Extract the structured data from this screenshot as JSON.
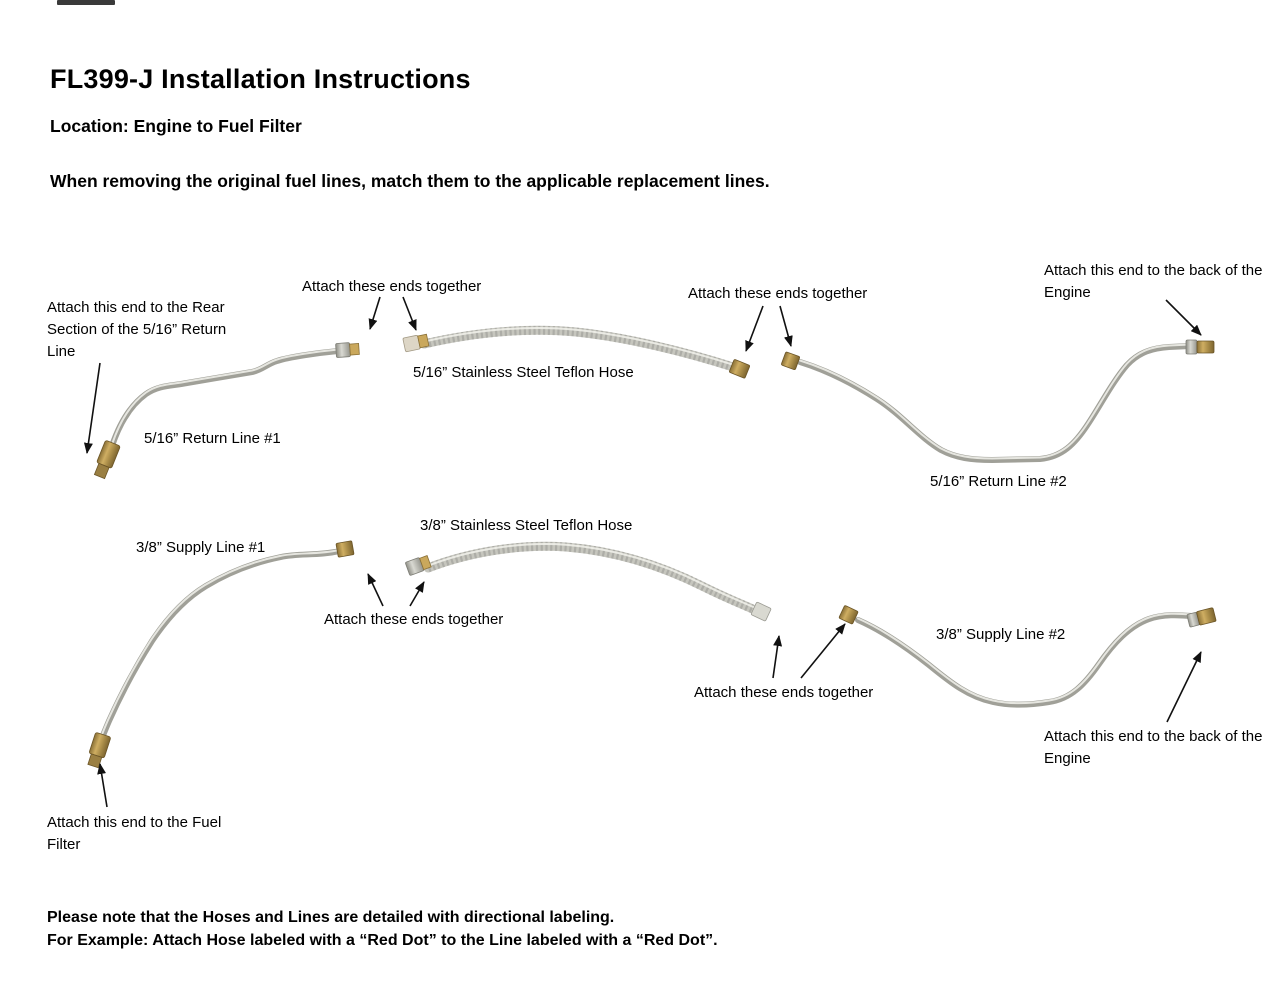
{
  "header": {
    "title": "FL399-J Installation Instructions",
    "location": "Location: Engine to Fuel Filter",
    "intro": "When removing the original fuel lines, match them to the applicable replacement lines."
  },
  "diagram": {
    "labels": {
      "attach_ends_together": "Attach these ends together",
      "attach_rear_section": "Attach this end to the Rear Section of the 5/16” Return Line",
      "attach_engine_back": "Attach this end to the back of the Engine",
      "attach_fuel_filter": "Attach this end to the Fuel Filter",
      "return_hose": "5/16” Stainless Steel Teflon Hose",
      "return_line_1": "5/16” Return Line #1",
      "return_line_2": "5/16” Return Line #2",
      "supply_hose": "3/8” Stainless Steel Teflon Hose",
      "supply_line_1": "3/8” Supply Line #1",
      "supply_line_2": "3/8” Supply Line #2"
    }
  },
  "footer": {
    "note_line_1": "Please note that the Hoses and Lines are detailed with directional labeling.",
    "note_line_2": "For Example: Attach Hose labeled with a “Red Dot” to the Line labeled with a “Red Dot”."
  },
  "palette": {
    "text": "#000000",
    "steel_tube": "#a0a098",
    "hose_braid": "#c6c6be",
    "brass_fitting": "#b3924e",
    "arrow": "#111111"
  }
}
